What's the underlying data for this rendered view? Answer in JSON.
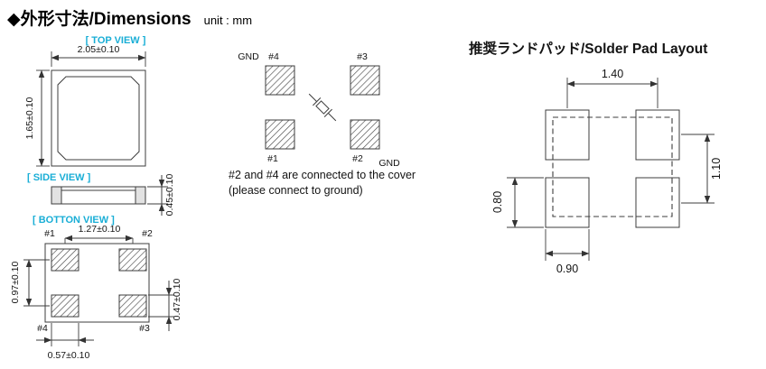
{
  "header": {
    "title": "◆外形寸法/Dimensions",
    "unit": "unit : mm"
  },
  "colors": {
    "view_label": "#19aed6",
    "line": "#3c3c3c",
    "background": "#ffffff"
  },
  "top_view": {
    "label": "[ TOP VIEW ]",
    "width": "2.05±0.10",
    "height": "1.65±0.10"
  },
  "side_view": {
    "label": "[ SIDE VIEW ]",
    "thickness": "0.45±0.10"
  },
  "bottom_view": {
    "label": "[ BOTTON VIEW ]",
    "pad_pitch_x": "1.27±0.10",
    "pad_pitch_y": "0.97±0.10",
    "pad_height": "0.47±0.10",
    "pad_width": "0.57±0.10",
    "pin1": "#1",
    "pin2": "#2",
    "pin3": "#3",
    "pin4": "#4"
  },
  "pad_diagram": {
    "gnd_top": "GND",
    "pin4": "#4",
    "pin3": "#3",
    "pin1": "#1",
    "pin2": "#2",
    "gnd_bottom": "GND",
    "note_line1": "#2 and #4 are connected to the cover",
    "note_line2": "(please connect to ground)"
  },
  "solder_pad": {
    "title": "推奨ランドパッド/Solder Pad Layout",
    "pitch_x": "1.40",
    "pitch_y": "1.10",
    "pad_height": "0.80",
    "pad_width": "0.90"
  }
}
